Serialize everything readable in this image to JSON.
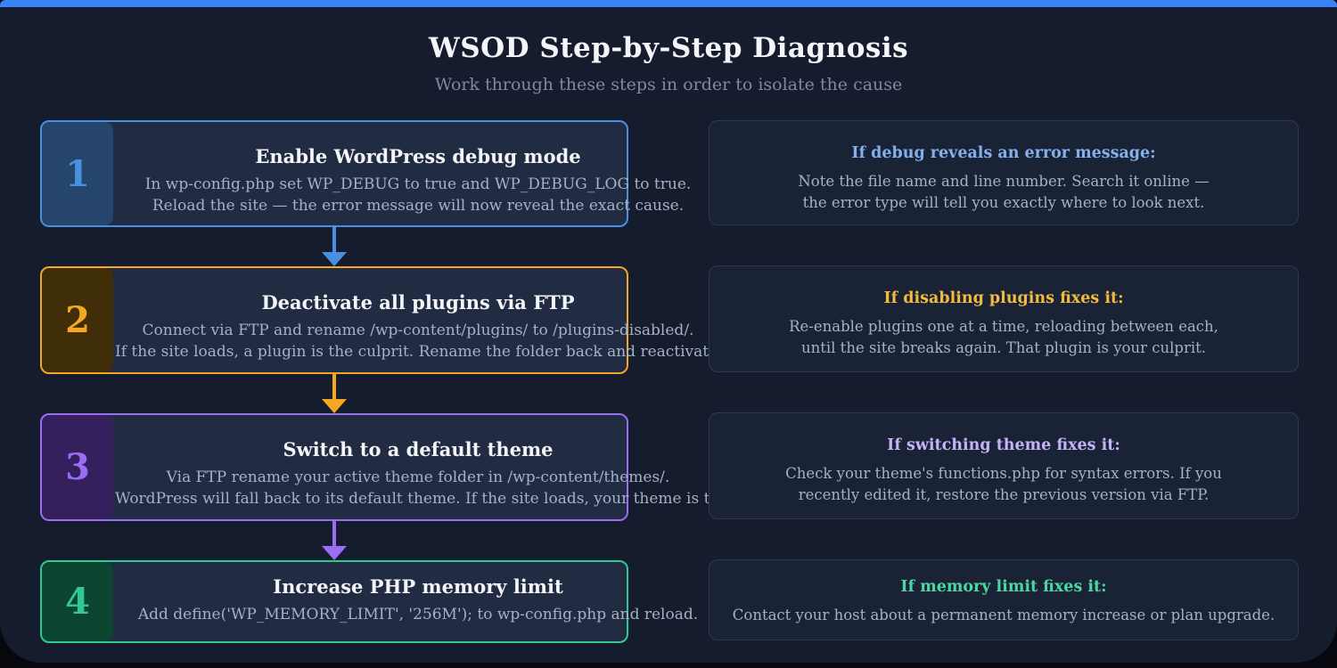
{
  "page": {
    "title": "WSOD Step-by-Step Diagnosis",
    "subtitle": "Work through these steps in order to isolate the cause",
    "top_bar_color": "#3b82f6",
    "background_color": "#141c2d",
    "card_background": "#212b42",
    "result_box_background": "#1a2335"
  },
  "steps": [
    {
      "number": "1",
      "accent": "#4a90e2",
      "badge_bg": "#25456c",
      "heading_color": "#82b1ee",
      "title": "Enable WordPress debug mode",
      "description_lines": [
        "In wp-config.php set WP_DEBUG to true and WP_DEBUG_LOG to true.",
        "Reload the site — the error message will now reveal the exact cause."
      ],
      "result": {
        "heading": "If debug reveals an error message:",
        "lines": [
          "Note the file name and line number. Search it online —",
          "the error type will tell you exactly where to look next."
        ]
      }
    },
    {
      "number": "2",
      "accent": "#f5a623",
      "badge_bg": "#3f2e07",
      "heading_color": "#f2bb3d",
      "title": "Deactivate all plugins via FTP",
      "description_lines": [
        "Connect via FTP and rename /wp-content/plugins/ to /plugins-disabled/.",
        "If the site loads, a plugin is the culprit. Rename the folder back and reactivate one by one."
      ],
      "result": {
        "heading": "If disabling plugins fixes it:",
        "lines": [
          "Re-enable plugins one at a time, reloading between each,",
          "until the site breaks again. That plugin is your culprit."
        ]
      }
    },
    {
      "number": "3",
      "accent": "#9b6df2",
      "badge_bg": "#33205c",
      "heading_color": "#c5b2f8",
      "title": "Switch to a default theme",
      "description_lines": [
        "Via FTP rename your active theme folder in /wp-content/themes/.",
        "WordPress will fall back to its default theme. If the site loads, your theme is the cause."
      ],
      "result": {
        "heading": "If switching theme fixes it:",
        "lines": [
          "Check your theme's functions.php for syntax errors. If you",
          "recently edited it, restore the previous version via FTP."
        ]
      }
    },
    {
      "number": "4",
      "accent": "#2fc993",
      "badge_bg": "#0c4630",
      "heading_color": "#4cd7a2",
      "title": "Increase PHP memory limit",
      "description_lines": [
        "Add define('WP_MEMORY_LIMIT', '256M'); to wp-config.php and reload."
      ],
      "result": {
        "heading": "If memory limit fixes it:",
        "lines": [
          "Contact your host about a permanent memory increase or plan upgrade."
        ]
      }
    }
  ]
}
